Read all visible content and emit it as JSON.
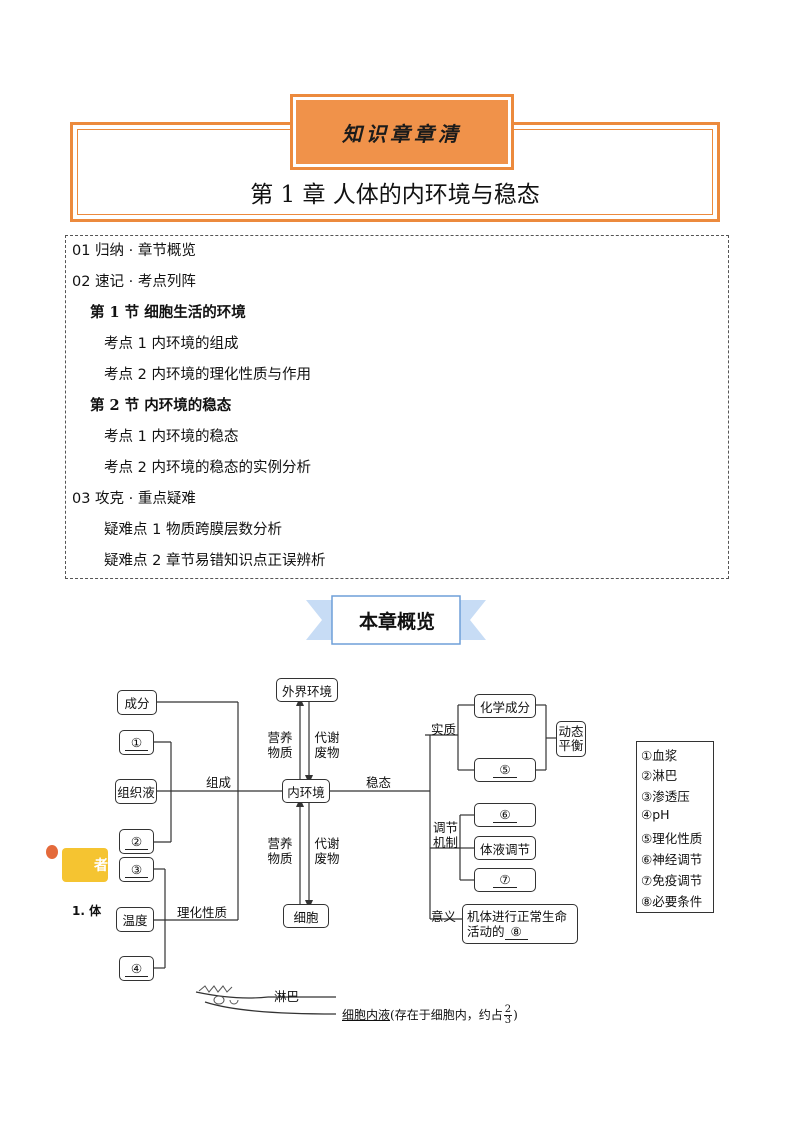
{
  "header": {
    "tag": "知识章章清",
    "chapter_title": "第 1 章  人体的内环境与稳态"
  },
  "toc": [
    {
      "text": "01 归纳 · 章节概览",
      "level": 0
    },
    {
      "text": "02 速记 · 考点列阵",
      "level": 0
    },
    {
      "text": "第 1 节  细胞生活的环境",
      "level": 1
    },
    {
      "text": "考点 1  内环境的组成",
      "level": 2
    },
    {
      "text": "考点 2  内环境的理化性质与作用",
      "level": 2
    },
    {
      "text": "第 2 节  内环境的稳态",
      "level": 1
    },
    {
      "text": "考点 1  内环境的稳态",
      "level": 2
    },
    {
      "text": "考点 2  内环境的稳态的实例分析",
      "level": 2
    },
    {
      "text": "03 攻克 · 重点疑难",
      "level": 0
    },
    {
      "text": "疑难点 1  物质跨膜层数分析",
      "level": 2
    },
    {
      "text": "疑难点 2  章节易错知识点正误辨析",
      "level": 2
    }
  ],
  "banner": {
    "text": "本章概览"
  },
  "diagram": {
    "chengfen": "成分",
    "b1": "①",
    "zuzhiye": "组织液",
    "b2": "②",
    "b3": "③",
    "wendu": "温度",
    "b4": "④",
    "zucheng": "组成",
    "lihuaxingzhi": "理化性质",
    "waijie": "外界环境",
    "neihuanjing": "内环境",
    "xibao": "细胞",
    "yingyang": "营养物质",
    "daixie": "代谢废物",
    "yingyang2": "营养物质",
    "daixie2": "代谢废物",
    "wentai": "稳态",
    "shizhi": "实质",
    "huaxue": "化学成分",
    "b5": "⑤",
    "dongtai": "动态平衡",
    "tiaojie": "调节机制",
    "b6": "⑥",
    "tiye": "体液调节",
    "b7": "⑦",
    "yiyi": "意义",
    "yiyi_text1": "机体进行正常生命",
    "yiyi_text2": "活动的",
    "b8": "⑧"
  },
  "legend": [
    "①血浆",
    "②淋巴",
    "③渗透压",
    "④pH",
    "⑤理化性质",
    "⑥神经调节",
    "⑦免疫调节",
    "⑧必要条件"
  ],
  "stray": {
    "sticker": "者",
    "item_prefix": "1. 体",
    "linba": "淋巴",
    "cell_fluid": "细胞内液",
    "cell_fluid_note": "(存在于细胞内，约占",
    "frac_num": "2",
    "frac_den": "3",
    "close": ")"
  }
}
